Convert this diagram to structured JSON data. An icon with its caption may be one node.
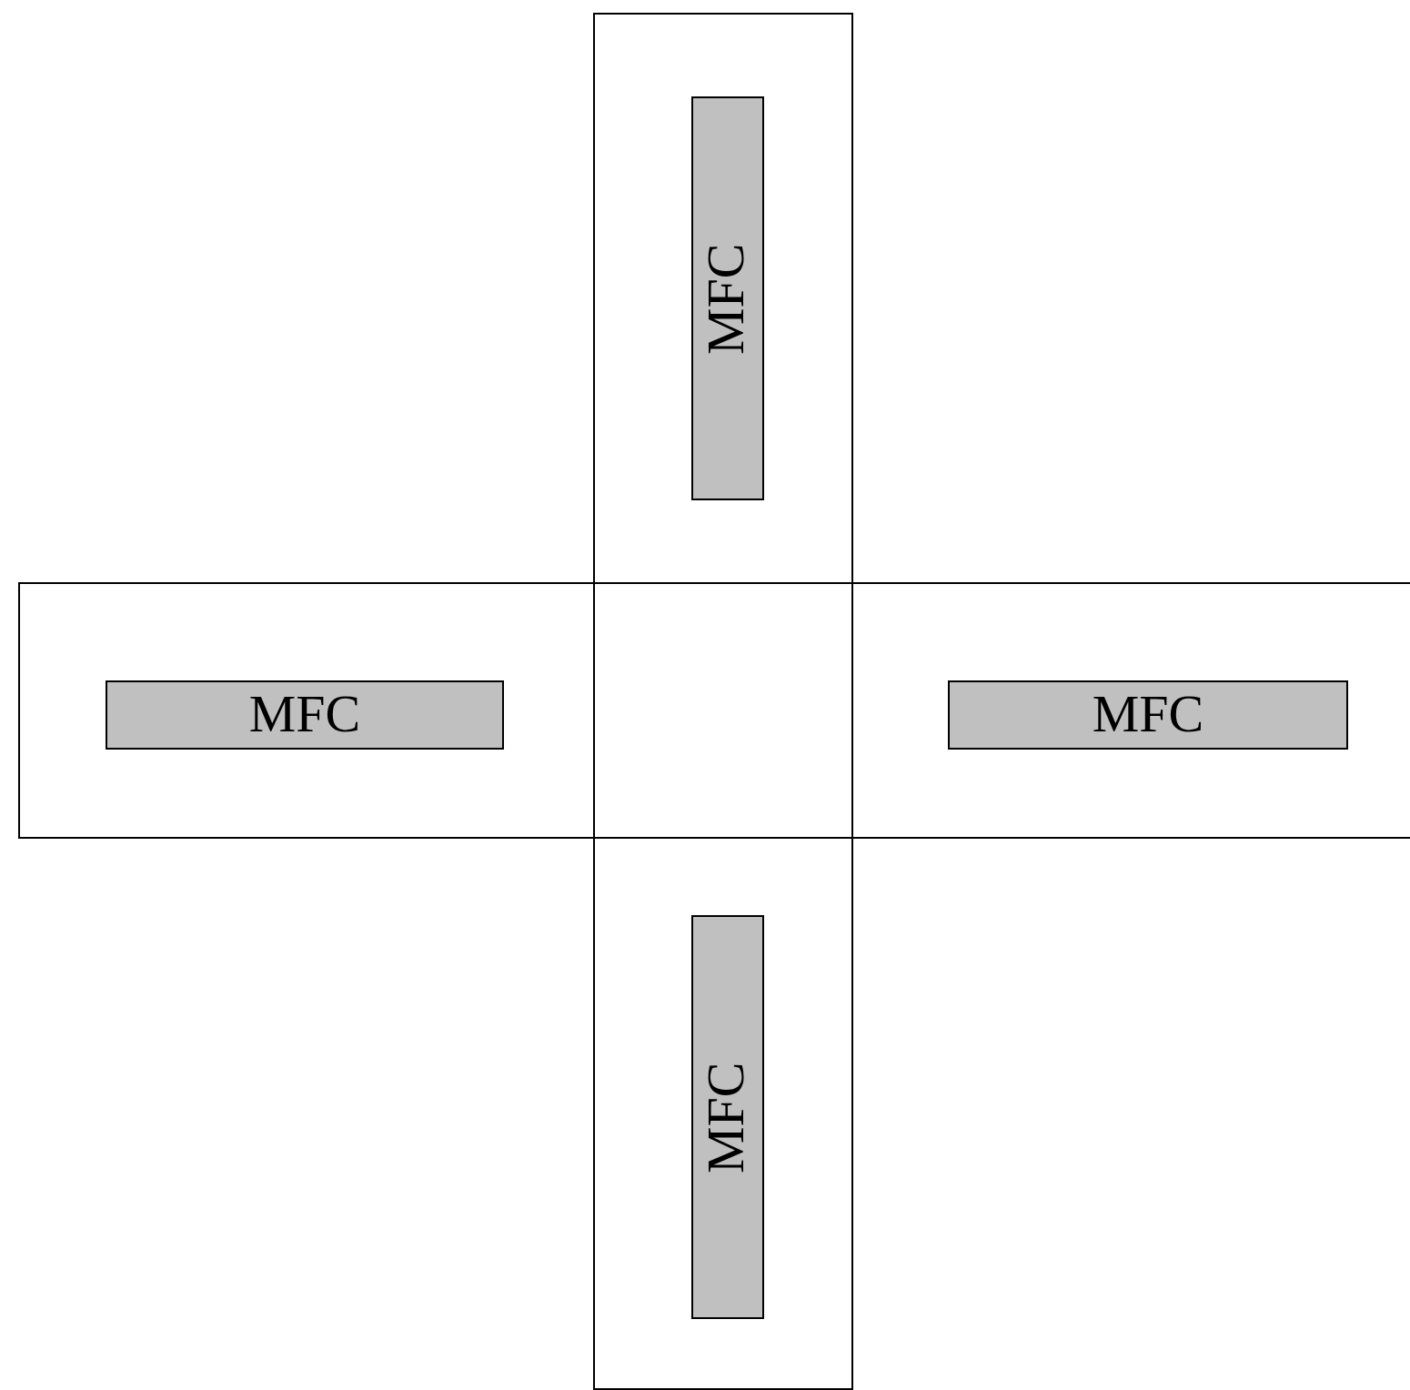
{
  "diagram": {
    "nodes": [
      {
        "text": [],
        "shape": "box"
      },
      {
        "text": [
          "MFC"
        ],
        "in": 0
      },
      {
        "text": [],
        "shape": "box"
      },
      {
        "text": [
          "MFC"
        ],
        "in": 2
      },
      {
        "text": [],
        "shape": "box"
      },
      {
        "text": [],
        "shape": "box"
      },
      {
        "text": [
          "MFC"
        ],
        "in": 5
      },
      {
        "text": [],
        "shape": "box"
      },
      {
        "text": [
          "MFC"
        ],
        "in": 7
      }
    ]
  }
}
